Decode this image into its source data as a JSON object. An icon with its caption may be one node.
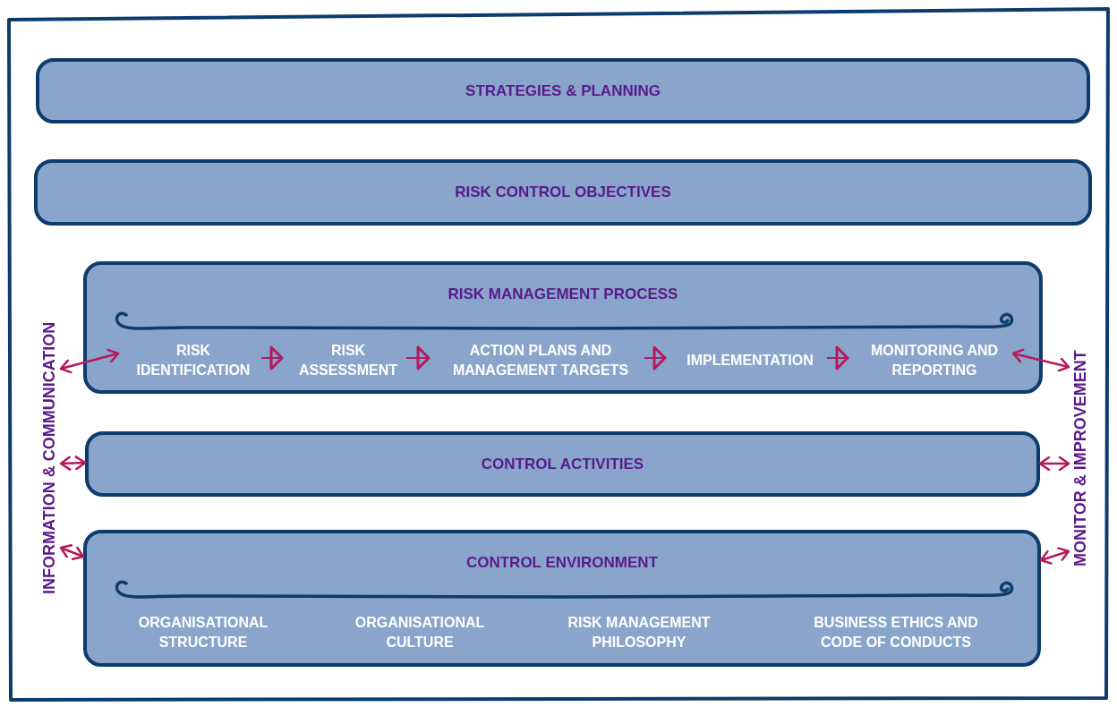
{
  "diagram": {
    "nodes": [
      {
        "text": [
          "STRATEGIES & PLANNING"
        ]
      },
      {
        "text": [
          "RISK CONTROL OBJECTIVES"
        ]
      },
      {
        "text": [
          "RISK MANAGEMENT PROCESS"
        ]
      },
      {
        "text": [
          "RISK IDENTIFICATION"
        ],
        "in": 2
      },
      {
        "text": [
          "RISK ASSESSMENT"
        ],
        "in": 2
      },
      {
        "text": [
          "ACTION PLANS AND MANAGEMENT TARGETS"
        ],
        "in": 2
      },
      {
        "text": [
          "IMPLEMENTATION"
        ],
        "in": 2
      },
      {
        "text": [
          "MONITORING AND REPORTING"
        ],
        "in": 2
      },
      {
        "text": [
          "CONTROL ACTIVITIES"
        ]
      },
      {
        "text": [
          "CONTROL ENVIRONMENT"
        ]
      },
      {
        "text": [
          "ORGANISATIONAL STRUCTURE"
        ],
        "in": 9
      },
      {
        "text": [
          "ORGANISATIONAL CULTURE"
        ],
        "in": 9
      },
      {
        "text": [
          "RISK MANAGEMENT PHILOSOPHY"
        ],
        "in": 9
      },
      {
        "text": [
          "BUSINESS ETHICS AND CODE OF CONDUCTS"
        ],
        "in": 9
      },
      {
        "text": [
          "INFORMATION & COMMUNICATION"
        ]
      },
      {
        "text": [
          "MONITOR & IMPROVEMENT"
        ]
      }
    ],
    "edges": [
      {
        "from": 3,
        "to": 4,
        "arrow": "to"
      },
      {
        "from": 4,
        "to": 5,
        "arrow": "to"
      },
      {
        "from": 5,
        "to": 6,
        "arrow": "to"
      },
      {
        "from": 6,
        "to": 7,
        "arrow": "to"
      },
      {
        "from": 14,
        "to": 3,
        "arrow": "both"
      },
      {
        "from": 14,
        "to": 8,
        "arrow": "both"
      },
      {
        "from": 14,
        "to": 9,
        "arrow": "both"
      },
      {
        "from": 7,
        "to": 15,
        "arrow": "both"
      },
      {
        "from": 8,
        "to": 15,
        "arrow": "both"
      },
      {
        "from": 9,
        "to": 15,
        "arrow": "both"
      }
    ]
  }
}
